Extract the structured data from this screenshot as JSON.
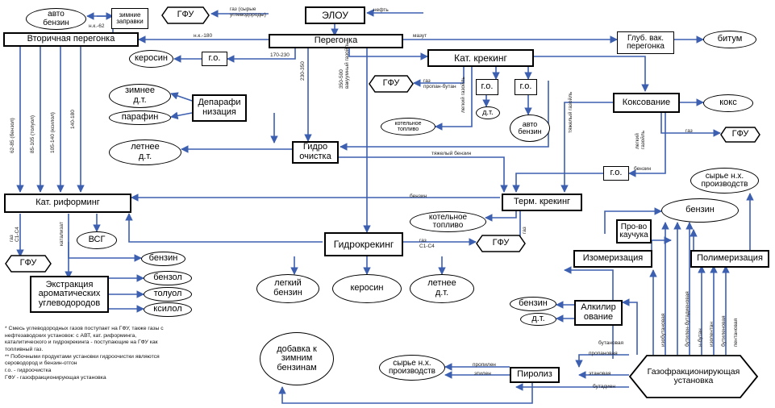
{
  "nodes": {
    "avto_benzin": "авто\nбензин",
    "zimnie_zapravki": "зимние\nзаправки",
    "gfu_top": "ГФУ",
    "elou": "ЭЛОУ",
    "vtorichnaya": "Вторичная перегонка",
    "peregonka": "Перегонка",
    "glub_vak": "Глуб. вак.\nперегонка",
    "bitum": "битум",
    "kerosin_top": "керосин",
    "go_top": "г.о.",
    "kat_kreking": "Кат. крекинг",
    "gfu_kk": "ГФУ",
    "go_kk1": "г.о.",
    "go_kk2": "г.о.",
    "dt_kk": "д.т.",
    "benzin_kk": "авто\nбензин",
    "kotelnoe_small": "котельное\nтопливо",
    "zimnie_dt": "зимнее\nд.т.",
    "parafin": "парафин",
    "deparaf": "Депарафи\nнизация",
    "letnee_dt_left": "летнее\nд.т.",
    "gidroochistka": "Гидро\nочистка",
    "koksovanie": "Коксование",
    "koks": "кокс",
    "gfu_koks": "ГФУ",
    "go_koks": "г.о.",
    "syrye_nkh_top": "сырье н.х.\nпроизводств",
    "kat_riforming": "Кат. риформинг",
    "term_kreking": "Терм. крекинг",
    "kotelnoe_term": "котельное\nтопливо",
    "benzin_right": "бензин",
    "vsg": "ВСГ",
    "gfu_left": "ГФУ",
    "benzin_mid": "бензин",
    "gidrokreking": "Гидрокрекинг",
    "gfu_gk": "ГФУ",
    "proizv_khuchuka": "Про-во\nкаучука",
    "izomerizaciya": "Изомеризация",
    "polimerizaciya": "Полимеризация",
    "ekstrakciya": "Экстракция\nароматических\nуглеводородов",
    "benzol": "бензол",
    "toluol": "толуол",
    "ksilol": "ксилол",
    "legkiy_benzin": "легкий\nбензин",
    "kerosin_gk": "керосин",
    "letnee_dt_gk": "летнее\nд.т.",
    "benzin_alk": "бензин",
    "dt_alk": "д.т.",
    "alkilirovanie": "Алкилир\nование",
    "dobavka": "добавка к\nзимним\nбензинам",
    "syrye_nkh_bottom": "сырье н.х.\nпроизводств",
    "piroliz": "Пиролиз",
    "gazofrak": "Газофракционирующая\nустановка"
  },
  "labels": {
    "neft": "нефть",
    "gaz_top": "газ (сырые\nуглеводороды)",
    "mazut": "мазут",
    "n_k_180": "н.к.-180",
    "n_k_62": "н.к.-62",
    "d_170_230": "170-230",
    "d_230_350": "230-350",
    "d_350_500": "350-500\nвакуумный газойль",
    "d_62_85": "62-85 (бензол)",
    "d_85_105": "85-105 (толуол)",
    "d_105_140": "105-140 (ксилол)",
    "d_140_180": "140-180",
    "gaz_kk": "газ\nпропан-бутан",
    "lg_gazoyl": "легкий газойль",
    "tyazh_gazoyl": "тяжелый газойль",
    "tyazh_benzin": "тяжелый бензин",
    "benzin_line": "бензин",
    "gaz_koks": "газ",
    "benzin_koks": "бензин",
    "legk_gazoyl_koks": "легкий\nгазойль",
    "gaz_rif": "газ\nС1-С4",
    "katalizat": "катализат",
    "gaz_gk": "газ\nС1-С4",
    "gaz_term": "газ",
    "propilen": "пропилен",
    "etilen": "этилен",
    "butadien": "бутадиен",
    "propan": "пропановая",
    "etan": "этановая",
    "butan": "бутановая",
    "izobutan": "изобутановая",
    "butilen": "бутилен-бутадиеновая",
    "n_butan": "н-бутан",
    "izopentan": "изопентан",
    "butilenovaya": "бутиленовая",
    "pentanovaya": "пентановая"
  },
  "notes": [
    "* Смесь углеводородных газов поступает на ГФУ, также газы с",
    "нефтезаводских установок: с АВТ, кат. риформинга,",
    "каталитического и гидрокрекинга - поступающие на ГФУ как",
    "топливный газ.",
    "** Побочными продуктами установки гидроочистки являются",
    "сероводород и бензин-отгон",
    "г.о. - гидроочистка",
    "ГФУ - газофракционирующая установка"
  ],
  "colors": {
    "flow": "#3d5fb0",
    "box": "#000000"
  }
}
